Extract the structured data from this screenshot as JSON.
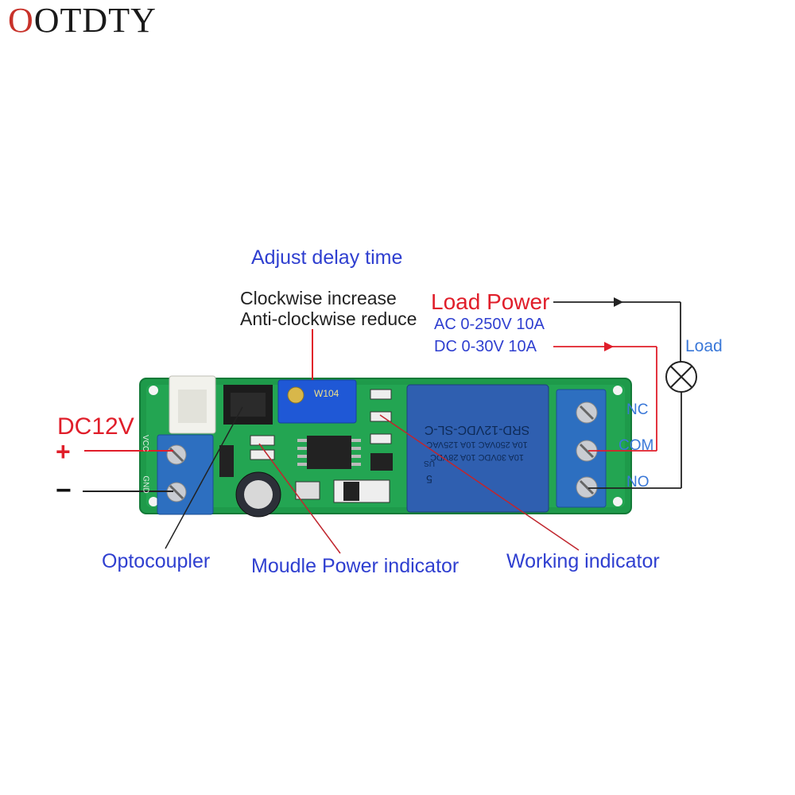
{
  "brand": {
    "first_letter": "O",
    "rest": "OTDTY"
  },
  "labels": {
    "adjust_delay": "Adjust delay time",
    "clockwise": "Clockwise increase",
    "anticlockwise": "Anti-clockwise reduce",
    "load_power": "Load Power",
    "ac_rating": "AC 0-250V  10A",
    "dc_rating": "DC  0-30V  10A",
    "load": "Load",
    "dc12v": "DC12V",
    "plus": "+",
    "minus": "−",
    "nc": "NC",
    "com": "COM",
    "no": "NO",
    "optocoupler": "Optocoupler",
    "power_indicator": "Moudle Power indicator",
    "working_indicator": "Working indicator"
  },
  "board": {
    "relay_line1": "SRD-12VDC-SL-C",
    "relay_line2": "10A 250VAC  10A 125VAC",
    "relay_line3": "10A 30VDC  10A 28VDC",
    "relay_mark": "US",
    "relay_num": "5",
    "pot_code": "W104",
    "vcc": "VCC",
    "gnd": "GND"
  },
  "colors": {
    "pcb": "#1e9a4a",
    "relay": "#2f5fb0",
    "terminal": "#2d6fc0",
    "wire_red": "#e01e2a",
    "label_blue": "#2f3fd0"
  }
}
